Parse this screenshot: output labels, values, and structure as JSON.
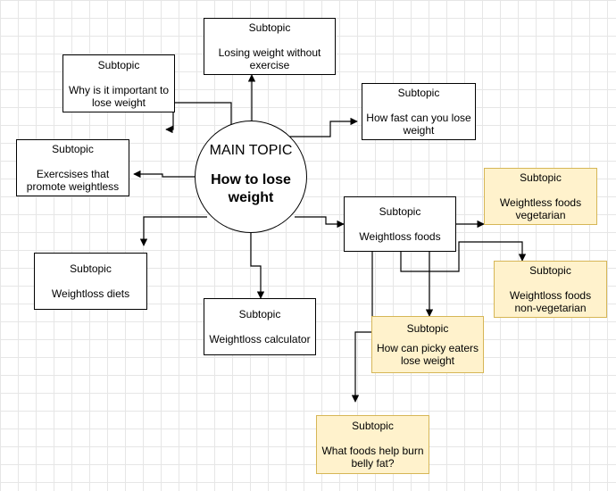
{
  "main_topic": {
    "kicker": "MAIN TOPIC",
    "title_line1": "How to lose",
    "title_line2": "weight"
  },
  "subtopics": [
    {
      "id": "losing-weight-without-exercise",
      "kicker": "Subtopic",
      "lines": [
        "Losing weight without",
        "exercise"
      ]
    },
    {
      "id": "why-important",
      "kicker": "Subtopic",
      "lines": [
        "Why is it important to",
        "lose weight"
      ]
    },
    {
      "id": "how-fast",
      "kicker": "Subtopic",
      "lines": [
        "How fast can you lose",
        "weight"
      ]
    },
    {
      "id": "exercises",
      "kicker": "Subtopic",
      "lines": [
        "Exercsises that",
        "promote weightless"
      ]
    },
    {
      "id": "weightloss-foods",
      "kicker": "Subtopic",
      "lines": [
        "Weightloss foods"
      ]
    },
    {
      "id": "weightloss-diets",
      "kicker": "Subtopic",
      "lines": [
        "Weightloss diets"
      ]
    },
    {
      "id": "weightloss-calculator",
      "kicker": "Subtopic",
      "lines": [
        "Weightloss calculator"
      ]
    },
    {
      "id": "foods-vegetarian",
      "kicker": "Subtopic",
      "lines": [
        "Weightless foods",
        "vegetarian"
      ]
    },
    {
      "id": "foods-non-vegetarian",
      "kicker": "Subtopic",
      "lines": [
        "Weightloss foods",
        "non-vegetarian"
      ]
    },
    {
      "id": "picky-eaters",
      "kicker": "Subtopic",
      "lines": [
        "How can picky eaters",
        "lose weight"
      ]
    },
    {
      "id": "belly-fat",
      "kicker": "Subtopic",
      "lines": [
        "What foods help burn",
        "belly fat?"
      ]
    }
  ],
  "colors": {
    "line": "#000000",
    "highlight_fill": "#fff2cc",
    "highlight_border": "#d6b656"
  }
}
